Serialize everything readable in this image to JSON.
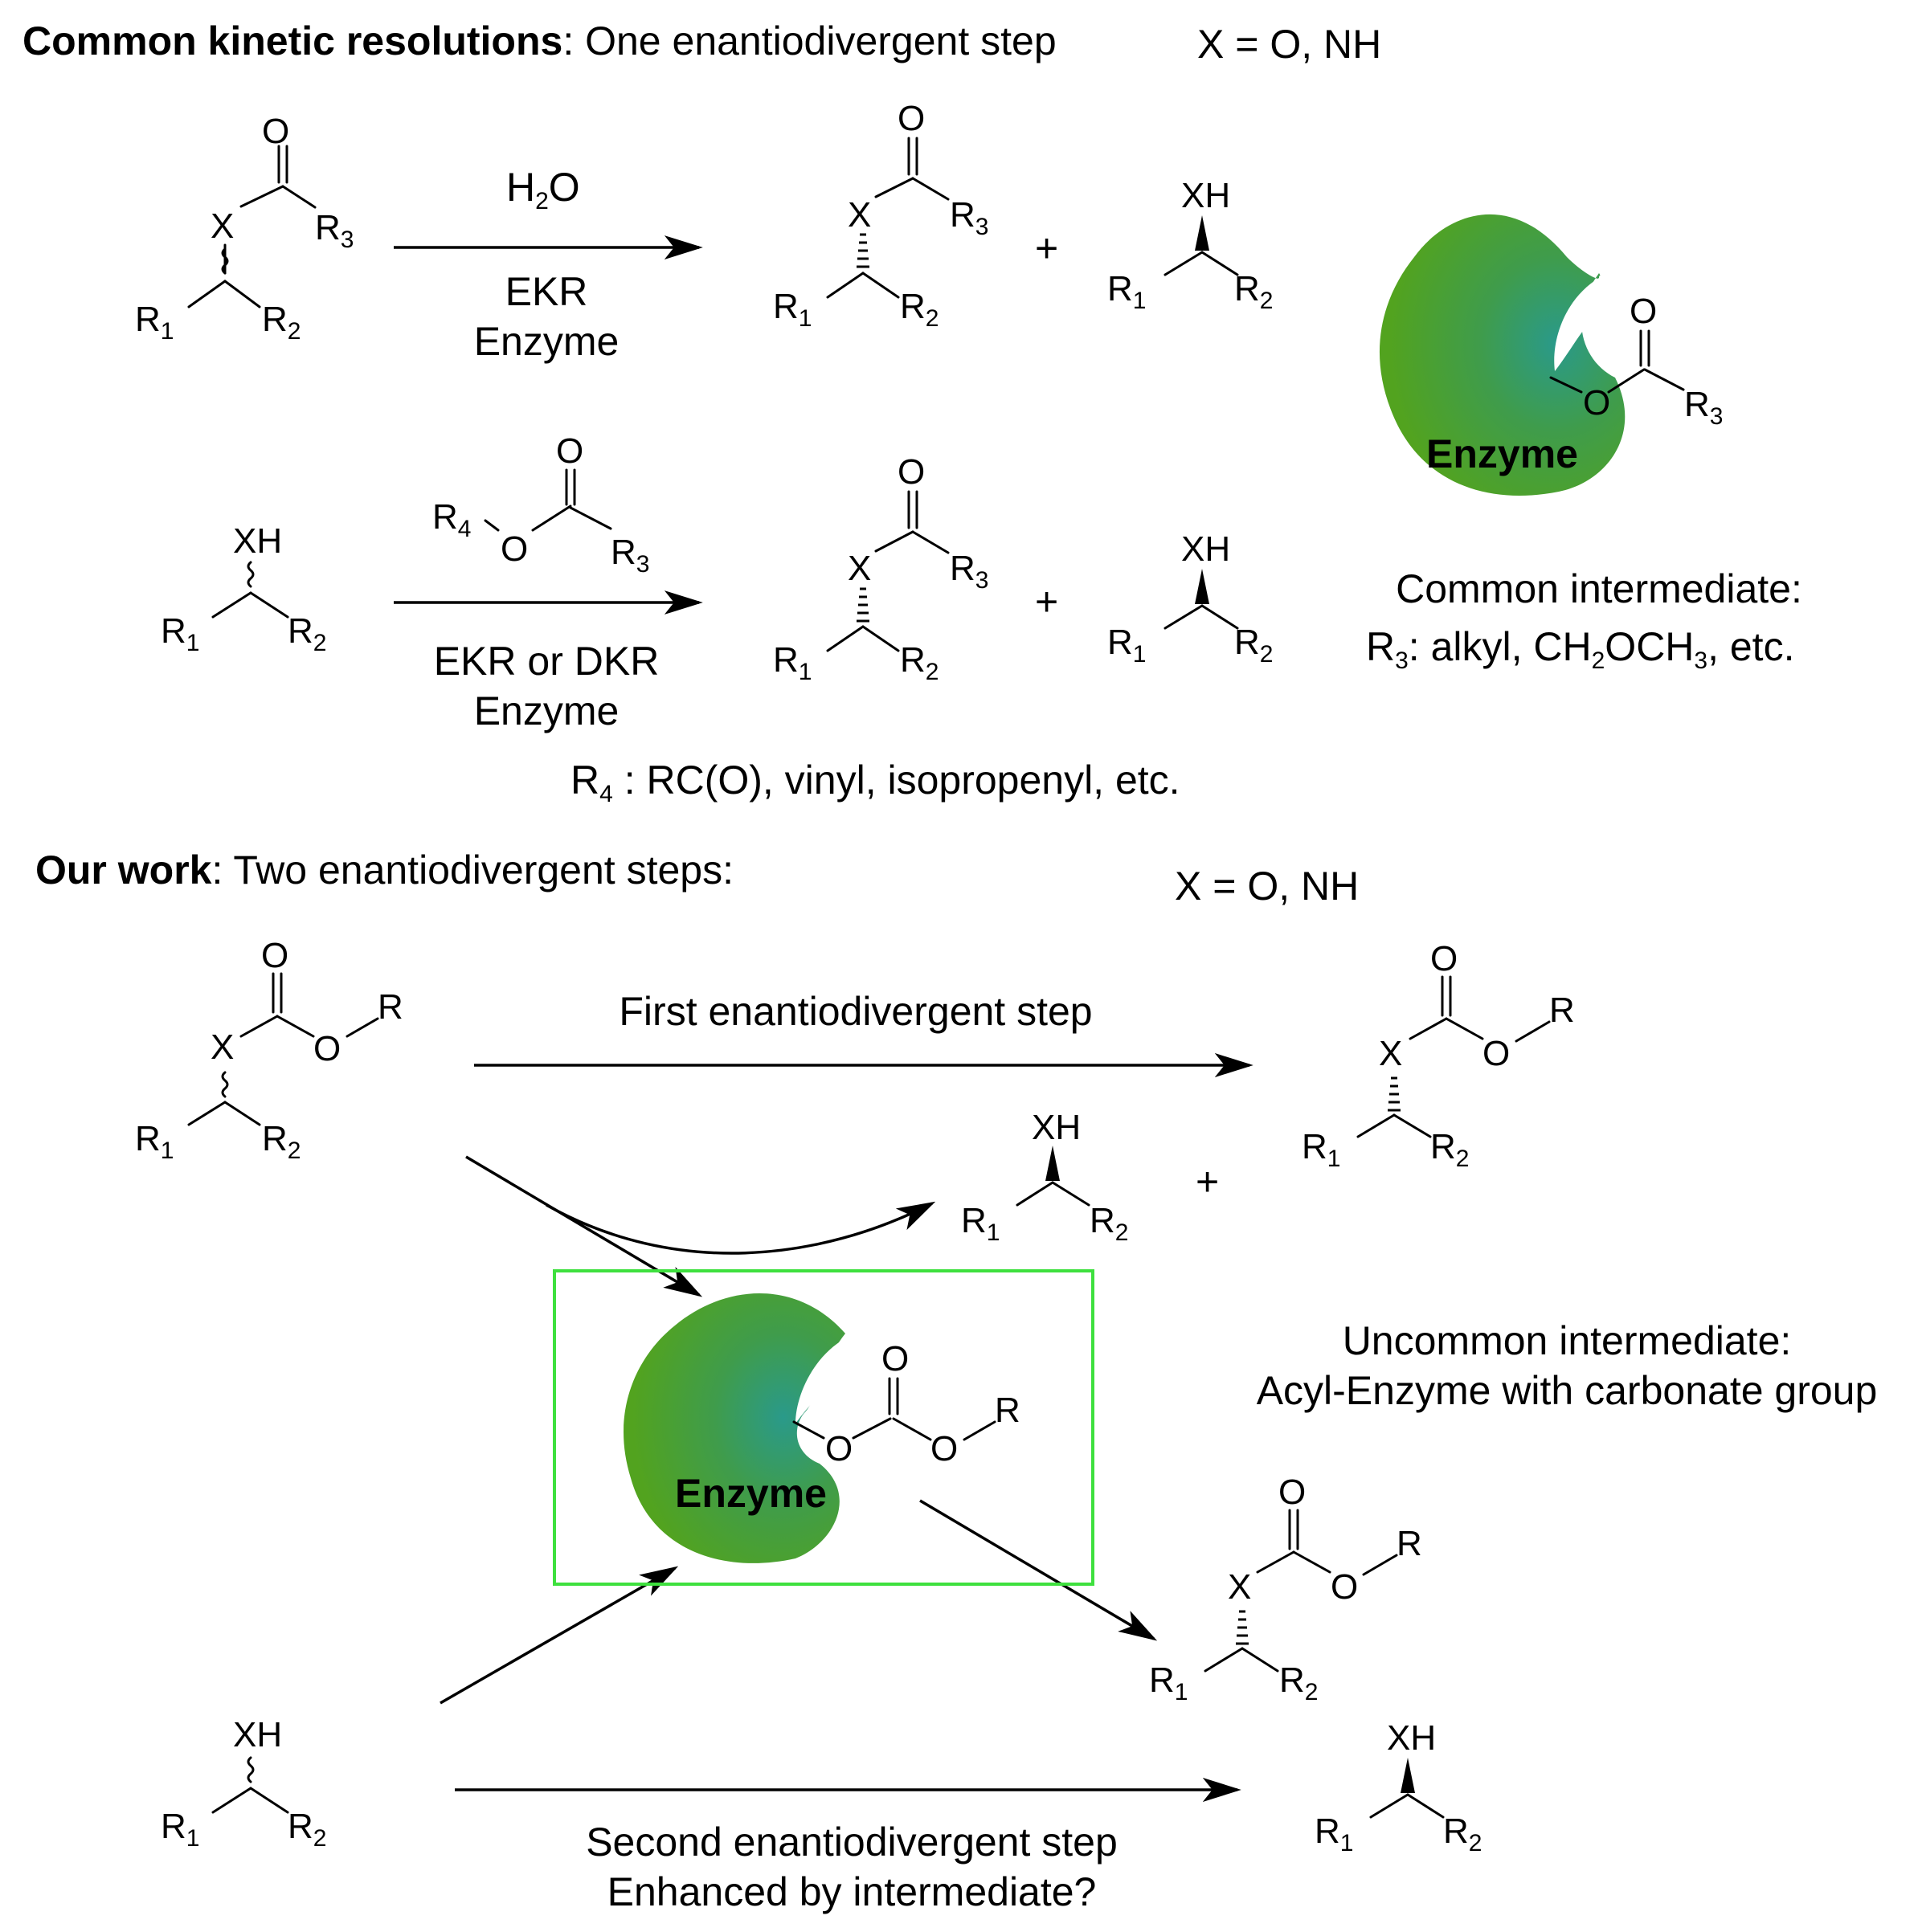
{
  "atoms": {
    "O": "O",
    "X": "X",
    "R": "R",
    "XH": "XH",
    "R1": "R",
    "R2": "R",
    "R3": "R",
    "R4": "R",
    "sub1": "1",
    "sub2": "2",
    "sub3": "3",
    "sub4": "4",
    "plus": "+"
  },
  "section1": {
    "title_bold": "Common kinetic resolutions",
    "title_rest": ": One enantiodivergent step",
    "x_def": "X = O, NH",
    "r1_reagent_h": "H",
    "r1_reagent_sub": "2",
    "r1_reagent_o": "O",
    "r1_line1": "EKR",
    "r1_line2": "Enzyme",
    "r2_line1": "EKR or DKR",
    "r2_line2": "Enzyme",
    "r4_note_a": "R",
    "r4_note_sub": "4",
    "r4_note_b": " : RC(O), vinyl, isopropenyl, etc.",
    "enzyme_label": "Enzyme",
    "intermediate_title": "Common intermediate:",
    "r3_note_a": "R",
    "r3_note_sub": "3",
    "r3_note_b": ": alkyl, CH",
    "r3_note_sub2": "2",
    "r3_note_c": "OCH",
    "r3_note_sub3": "3",
    "r3_note_d": ", etc."
  },
  "section2": {
    "title_bold": "Our work",
    "title_rest": ": Two enantiodivergent steps:",
    "x_def": "X = O, NH",
    "first_step": "First enantiodivergent step",
    "enzyme_label": "Enzyme",
    "intermediate_title": "Uncommon intermediate:",
    "intermediate_desc": "Acyl-Enzyme with carbonate group",
    "second_step_line1": "Second enantiodivergent step",
    "second_step_line2": "Enhanced by intermediate?"
  },
  "colors": {
    "enzyme_outer": "#52a31f",
    "enzyme_inner": "#2a9a8a",
    "highlight_box": "#3ee03e"
  }
}
